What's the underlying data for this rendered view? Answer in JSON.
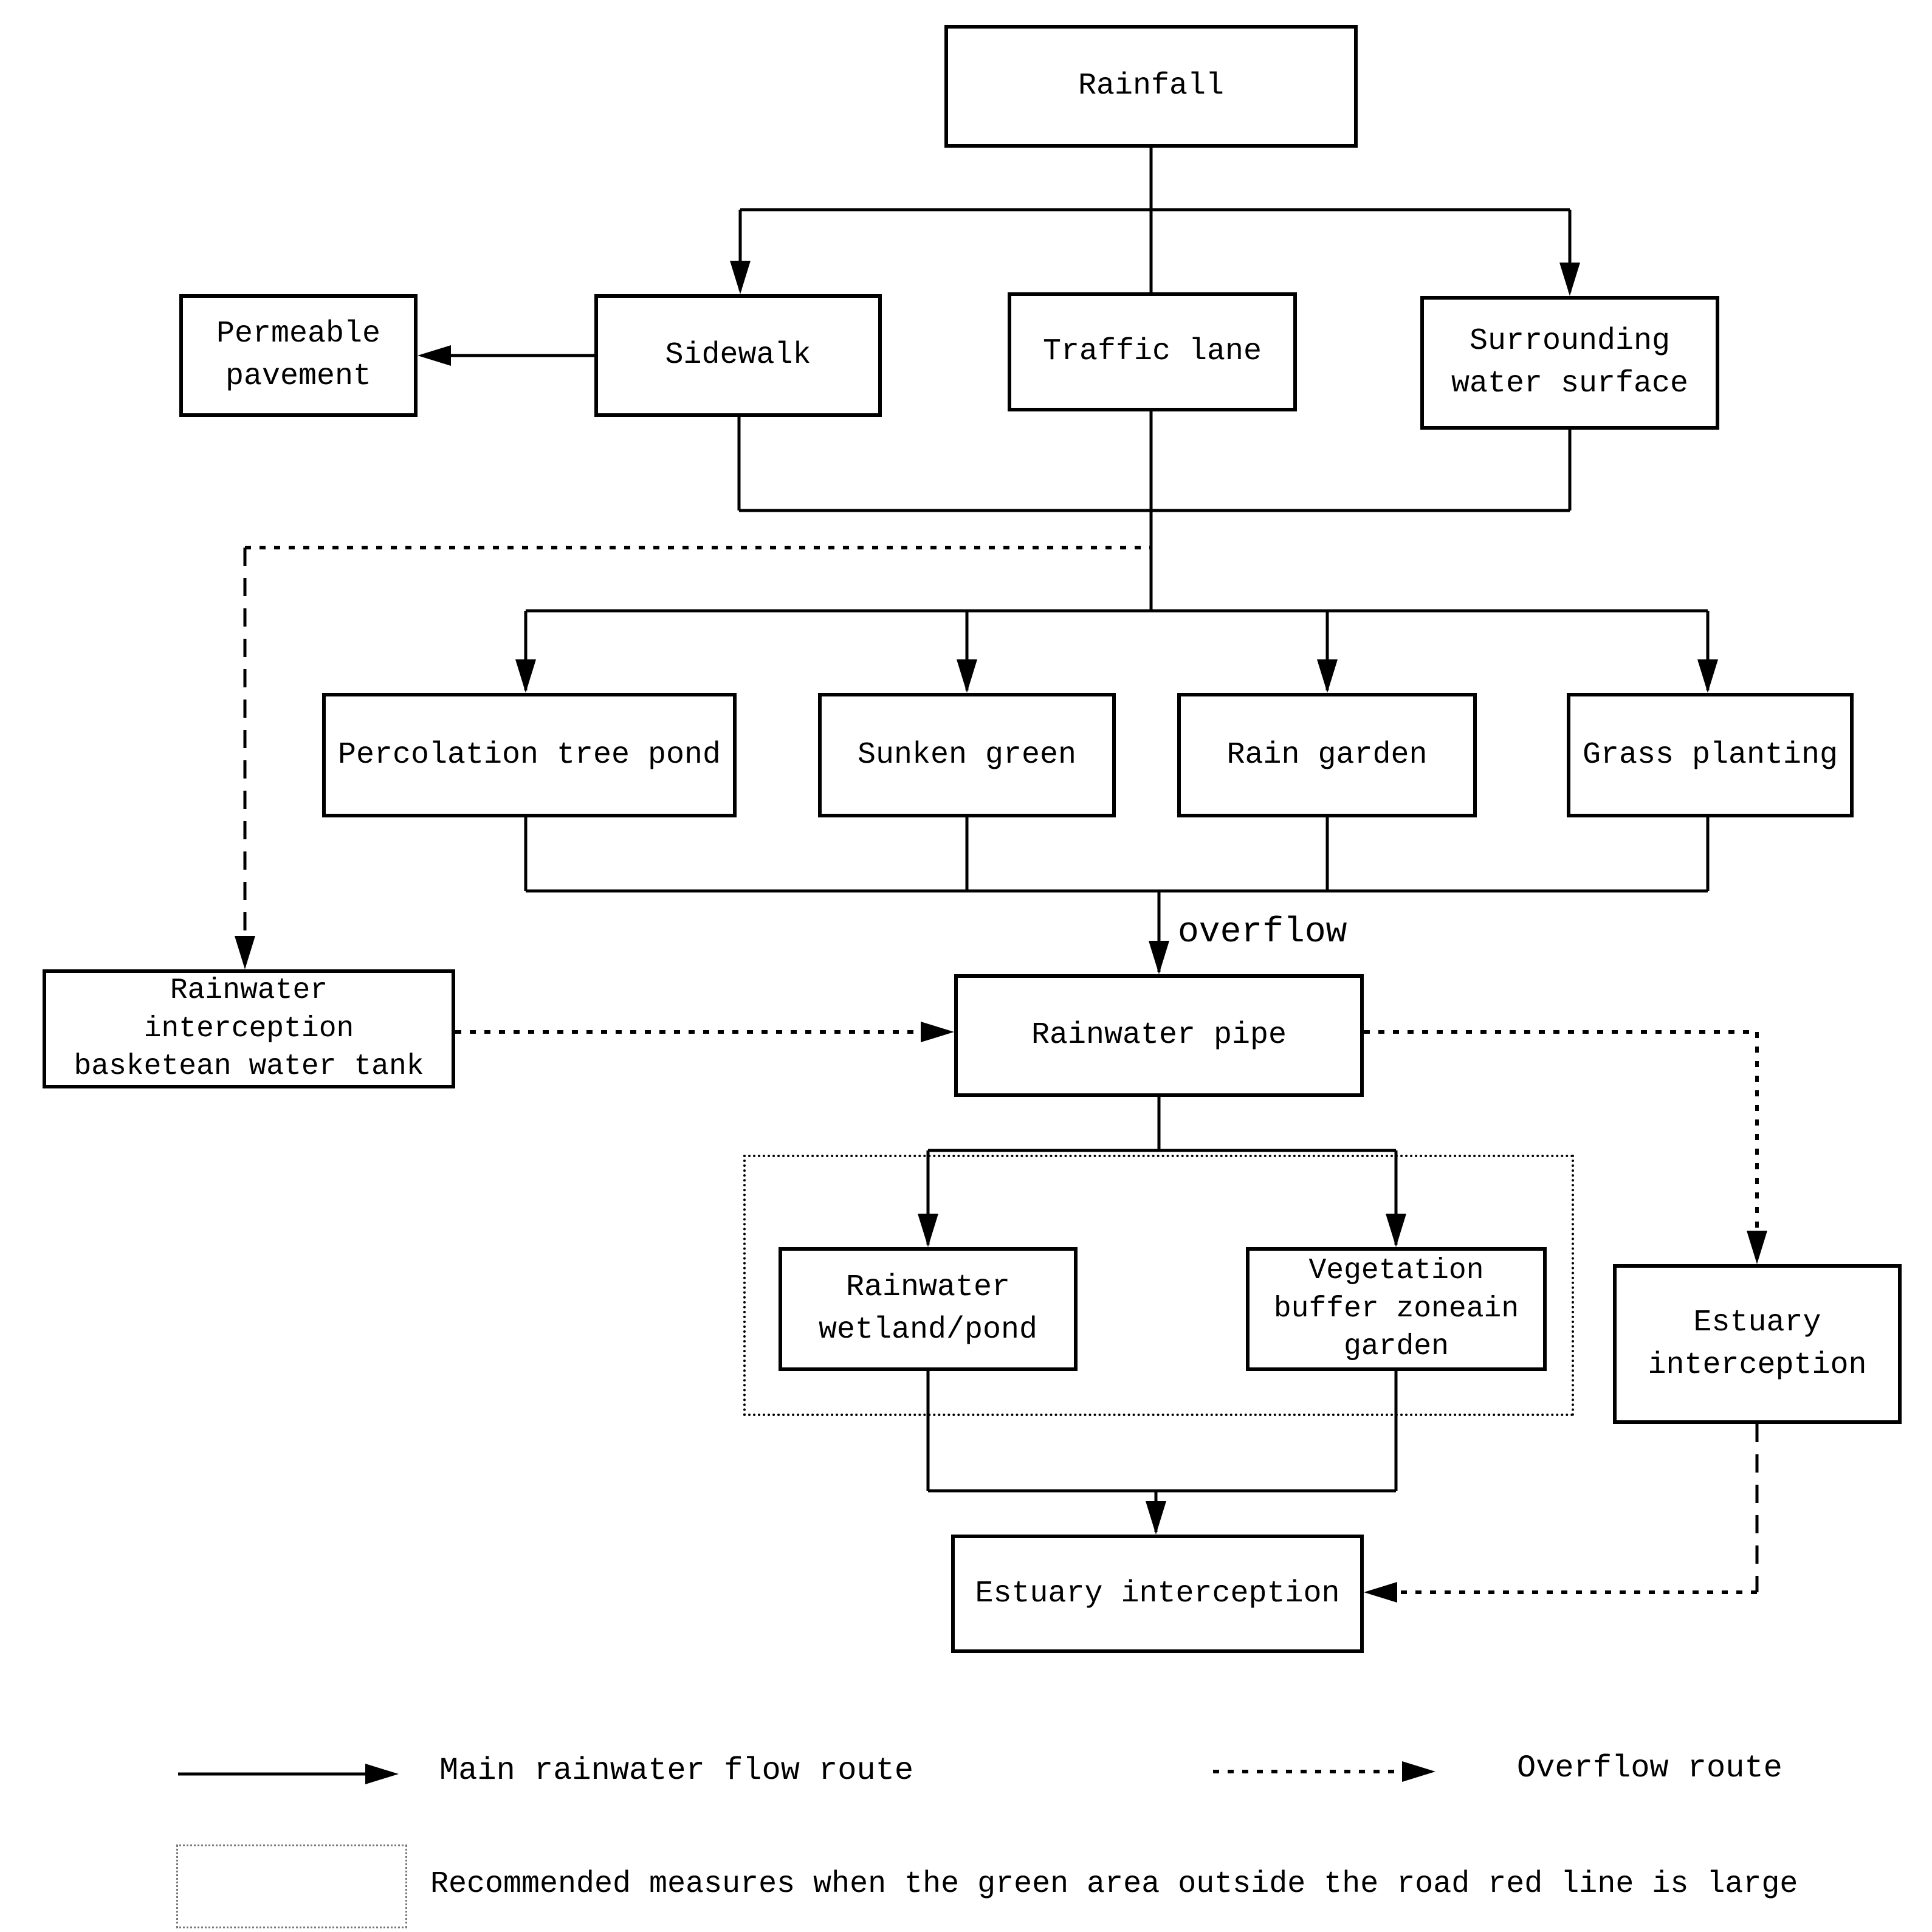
{
  "diagram": {
    "colors": {
      "line": "#000000",
      "background": "#ffffff"
    },
    "nodes": {
      "rainfall": {
        "label": "Rainfall"
      },
      "permeable_pavement": {
        "label": "Permeable\npavement"
      },
      "sidewalk": {
        "label": "Sidewalk"
      },
      "traffic_lane": {
        "label": "Traffic lane"
      },
      "surrounding_water_surface": {
        "label": "Surrounding\nwater surface"
      },
      "percolation_tree_pond": {
        "label": "Percolation tree pond"
      },
      "sunken_green": {
        "label": "Sunken green"
      },
      "rain_garden": {
        "label": "Rain garden"
      },
      "grass_planting": {
        "label": "Grass planting"
      },
      "rainwater_interception_tank": {
        "label": "Rainwater\ninterception\nbasketean water tank"
      },
      "rainwater_pipe": {
        "label": "Rainwater pipe"
      },
      "rainwater_wetland_pond": {
        "label": "Rainwater\nwetland/pond"
      },
      "vegetation_buffer_zone": {
        "label": "Vegetation\nbuffer zoneain\ngarden"
      },
      "estuary_interception_right": {
        "label": "Estuary\ninterception"
      },
      "estuary_interception_bottom": {
        "label": "Estuary interception"
      }
    },
    "edge_labels": {
      "overflow": "overflow"
    },
    "legend": {
      "main_route": "Main rainwater flow route",
      "overflow_route": "Overflow route",
      "recommended": "Recommended measures when the green area outside the road red line is large"
    }
  }
}
